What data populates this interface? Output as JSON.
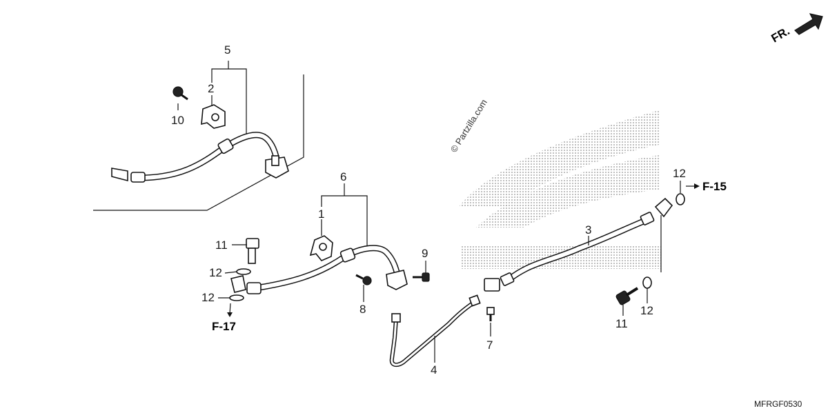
{
  "labels": {
    "l1": "1",
    "l2": "2",
    "l3": "3",
    "l4": "4",
    "l5": "5",
    "l6": "6",
    "l7": "7",
    "l8": "8",
    "l9": "9",
    "l10": "10",
    "l11a": "11",
    "l11b": "11",
    "l12a": "12",
    "l12b": "12",
    "l12c": "12",
    "l12d": "12"
  },
  "references": {
    "f15": "F-15",
    "f17": "F-17"
  },
  "direction": {
    "fr": "FR."
  },
  "watermark": "© Partzilla.com",
  "diagram_code": "MFRGF0530",
  "colors": {
    "line": "#111111",
    "background": "#ffffff",
    "logo_dots": "#9a9a9a"
  }
}
